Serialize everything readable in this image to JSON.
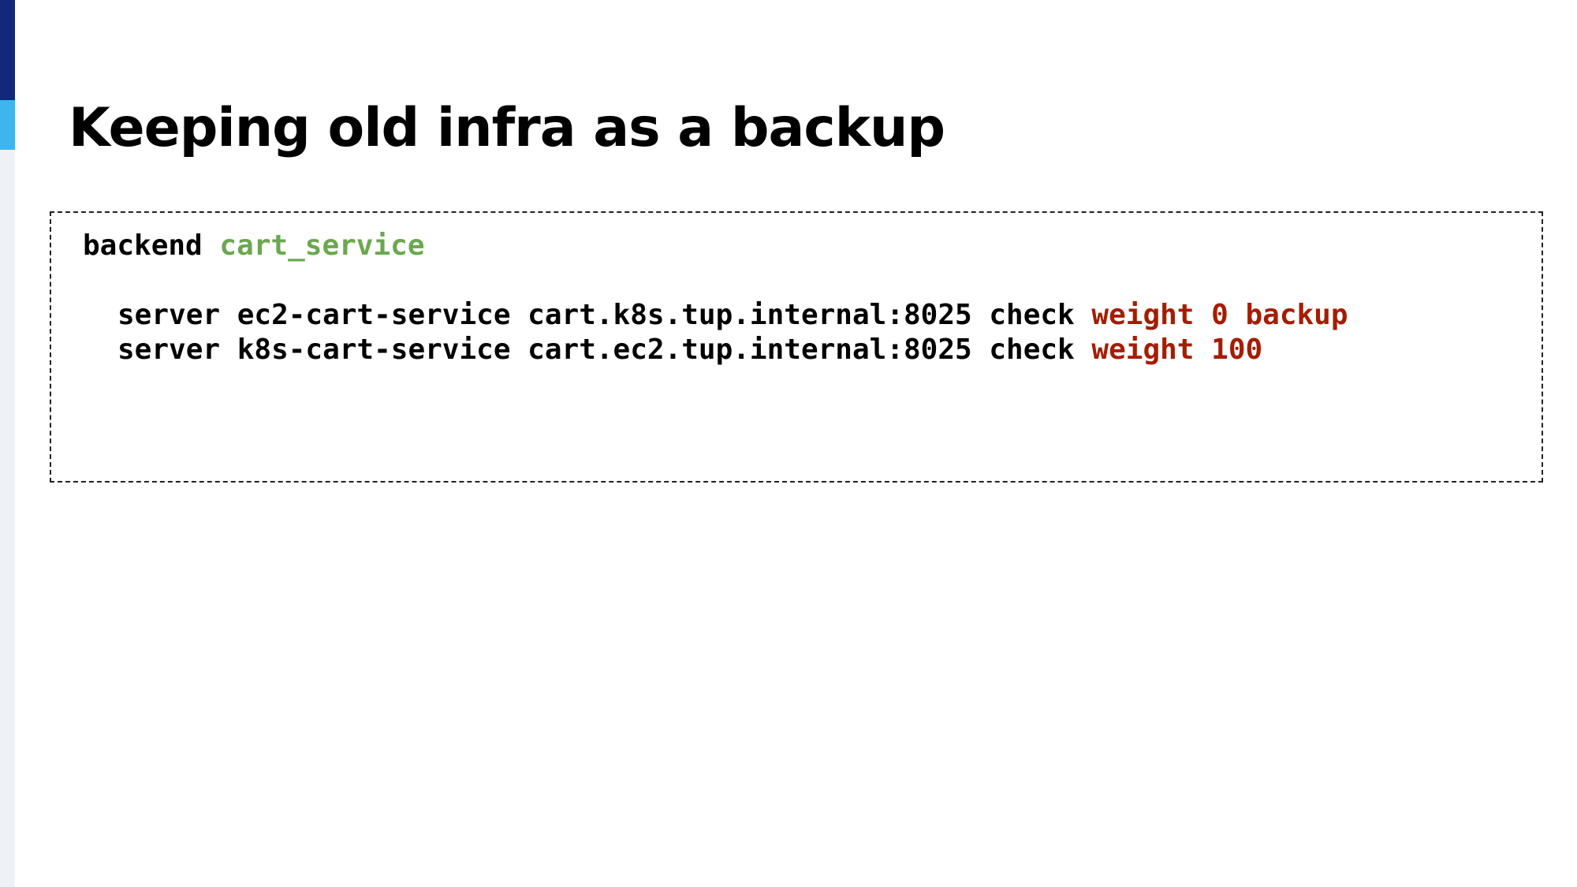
{
  "slide": {
    "title": "Keeping old infra as a backup"
  },
  "code": {
    "line1": {
      "keyword": "backend",
      "name": "cart_service"
    },
    "line2": {
      "prefix": "server ec2-cart-service cart.k8s.tup.internal:8025 check",
      "options": "weight 0 backup"
    },
    "line3": {
      "prefix": "server k8s-cart-service cart.ec2.tup.internal:8025 check",
      "options": "weight 100"
    }
  },
  "colors": {
    "accent_dark": "#13287a",
    "accent_light": "#3fb5f0",
    "code_name": "#6aa84f",
    "code_option": "#a61c00"
  }
}
